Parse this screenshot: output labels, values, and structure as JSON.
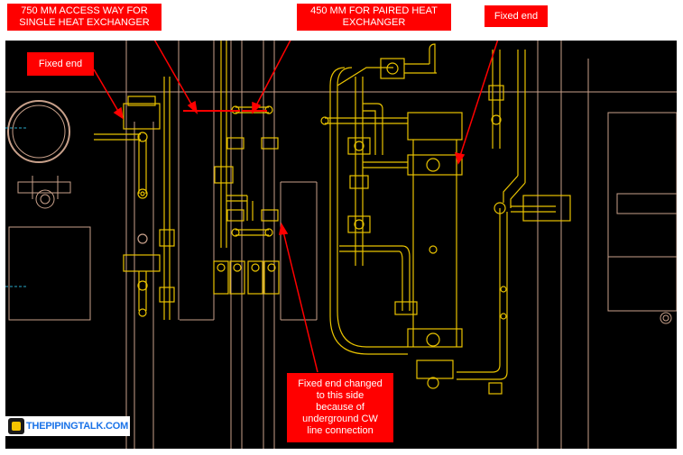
{
  "callouts": {
    "access_750": "750 MM ACCESS WAY FOR\nSINGLE HEAT EXCHANGER",
    "access_450": "450 MM FOR PAIRED HEAT\nEXCHANGER",
    "fixed_end_top": "Fixed end",
    "fixed_end_left": "Fixed end",
    "fixed_end_changed": "Fixed end changed\nto this side\nbecause of\nunderground CW\nline connection"
  },
  "logo": {
    "text": "THEPIPINGTALK.COM"
  },
  "colors": {
    "background": "#000000",
    "pipe": "#e8c200",
    "structure": "#c8a08a",
    "callout": "#ff0000",
    "callout_text": "#ffffff",
    "logo_text": "#1a73e8"
  }
}
